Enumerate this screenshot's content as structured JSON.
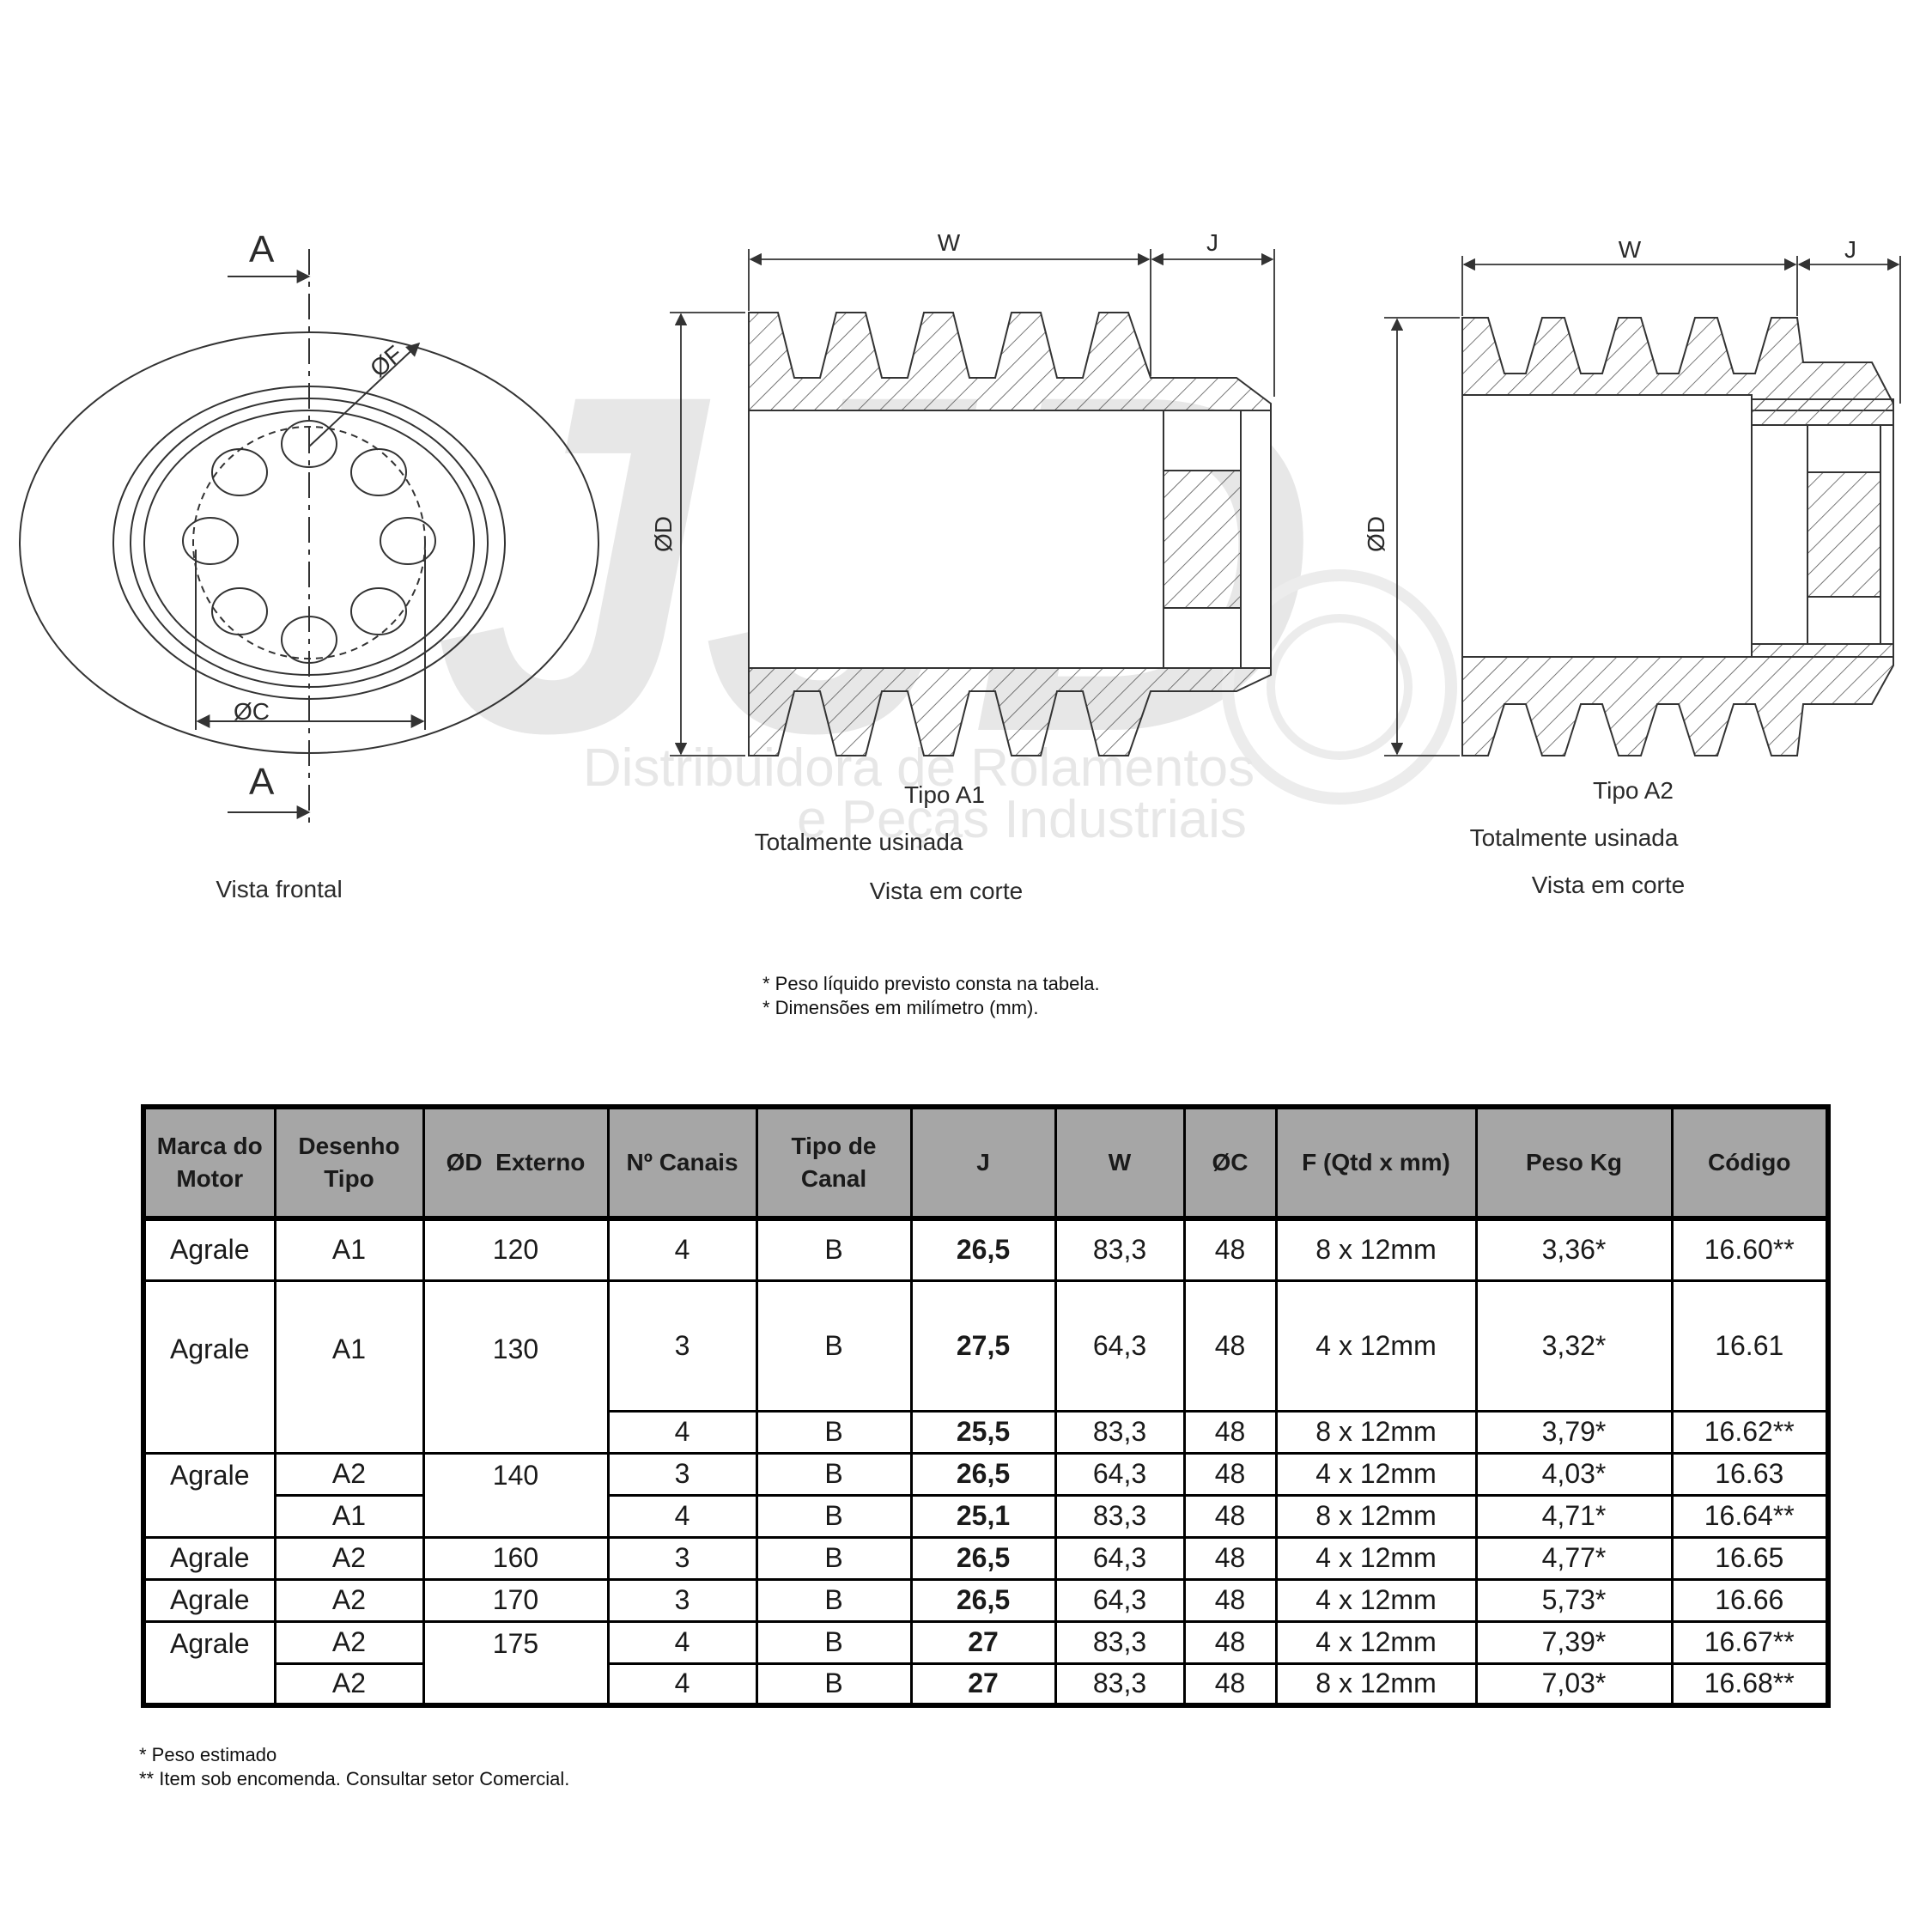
{
  "drawing": {
    "front_view": {
      "section_label_top": "A",
      "section_label_bottom": "A",
      "dim_f": "ØF",
      "dim_c": "ØC",
      "caption": "Vista frontal"
    },
    "section_a1": {
      "dim_w": "W",
      "dim_j": "J",
      "dim_d": "ØD",
      "type_label": "Tipo A1",
      "finish": "Totalmente usinada",
      "caption": "Vista em corte"
    },
    "section_a2": {
      "dim_w": "W",
      "dim_j": "J",
      "dim_d": "ØD",
      "type_label": "Tipo A2",
      "finish": "Totalmente usinada",
      "caption": "Vista em corte"
    }
  },
  "watermark": {
    "logo": "JJD",
    "line1": "Distribuidora de Rolamentos",
    "line2": "e Peças Industriais"
  },
  "notes": [
    "* Peso líquido previsto consta na tabela.",
    "* Dimensões em milímetro (mm)."
  ],
  "table": {
    "headers": [
      "Marca do Motor",
      "Desenho Tipo",
      "ØD  Externo",
      "Nº Canais",
      "Tipo de Canal",
      "J",
      "W",
      "ØC",
      "F (Qtd x mm)",
      "Peso Kg",
      "Código"
    ],
    "rows": [
      {
        "marca": "Agrale",
        "desenho": "A1",
        "diametro": "120",
        "canais": "4",
        "canal": "B",
        "j": "26,5",
        "w": "83,3",
        "c": "48",
        "f": "8 x 12mm",
        "peso": "3,36*",
        "codigo": "16.60**"
      },
      {
        "marca": "Agrale",
        "desenho": "A1",
        "diametro": "130",
        "canais": "3",
        "canal": "B",
        "j": "27,5",
        "w": "64,3",
        "c": "48",
        "f": "4 x 12mm",
        "peso": "3,32*",
        "codigo": "16.61"
      },
      {
        "canais": "4",
        "canal": "B",
        "j": "25,5",
        "w": "83,3",
        "c": "48",
        "f": "8 x 12mm",
        "peso": "3,79*",
        "codigo": "16.62**"
      },
      {
        "marca": "Agrale",
        "desenho": "A2",
        "diametro": "140",
        "canais": "3",
        "canal": "B",
        "j": "26,5",
        "w": "64,3",
        "c": "48",
        "f": "4 x 12mm",
        "peso": "4,03*",
        "codigo": "16.63"
      },
      {
        "desenho": "A1",
        "canais": "4",
        "canal": "B",
        "j": "25,1",
        "w": "83,3",
        "c": "48",
        "f": "8 x 12mm",
        "peso": "4,71*",
        "codigo": "16.64**"
      },
      {
        "marca": "Agrale",
        "desenho": "A2",
        "diametro": "160",
        "canais": "3",
        "canal": "B",
        "j": "26,5",
        "w": "64,3",
        "c": "48",
        "f": "4 x 12mm",
        "peso": "4,77*",
        "codigo": "16.65"
      },
      {
        "marca": "Agrale",
        "desenho": "A2",
        "diametro": "170",
        "canais": "3",
        "canal": "B",
        "j": "26,5",
        "w": "64,3",
        "c": "48",
        "f": "4 x 12mm",
        "peso": "5,73*",
        "codigo": "16.66"
      },
      {
        "marca": "Agrale",
        "desenho": "A2",
        "diametro": "175",
        "canais": "4",
        "canal": "B",
        "j": "27",
        "w": "83,3",
        "c": "48",
        "f": "4 x 12mm",
        "peso": "7,39*",
        "codigo": "16.67**"
      },
      {
        "desenho": "A2",
        "canais": "4",
        "canal": "B",
        "j": "27",
        "w": "83,3",
        "c": "48",
        "f": "8 x 12mm",
        "peso": "7,03*",
        "codigo": "16.68**"
      }
    ]
  },
  "footnotes": [
    "* Peso estimado",
    "** Item sob encomenda. Consultar setor Comercial."
  ]
}
